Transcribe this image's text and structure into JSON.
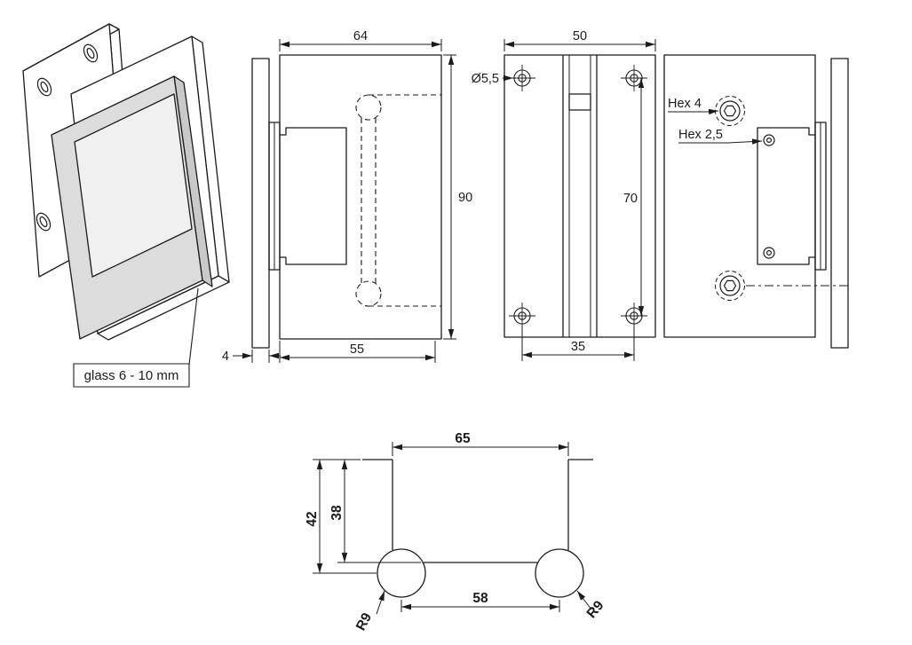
{
  "iso_view": {
    "glass_label": "glass 6 - 10 mm"
  },
  "front_view": {
    "width_top": "64",
    "height": "90",
    "width_bottom": "55",
    "flange_thickness": "4"
  },
  "mount_view": {
    "width": "50",
    "hole_diameter": "Ø5,5",
    "hole_spacing_vertical": "70",
    "hole_spacing_horizontal": "35"
  },
  "back_view": {
    "hex_large": "Hex 4",
    "hex_small": "Hex 2,5"
  },
  "cutout_view": {
    "width_top": "65",
    "depth_outer": "42",
    "depth_inner": "38",
    "center_distance": "58",
    "radius_left": "R9",
    "radius_right": "R9"
  }
}
